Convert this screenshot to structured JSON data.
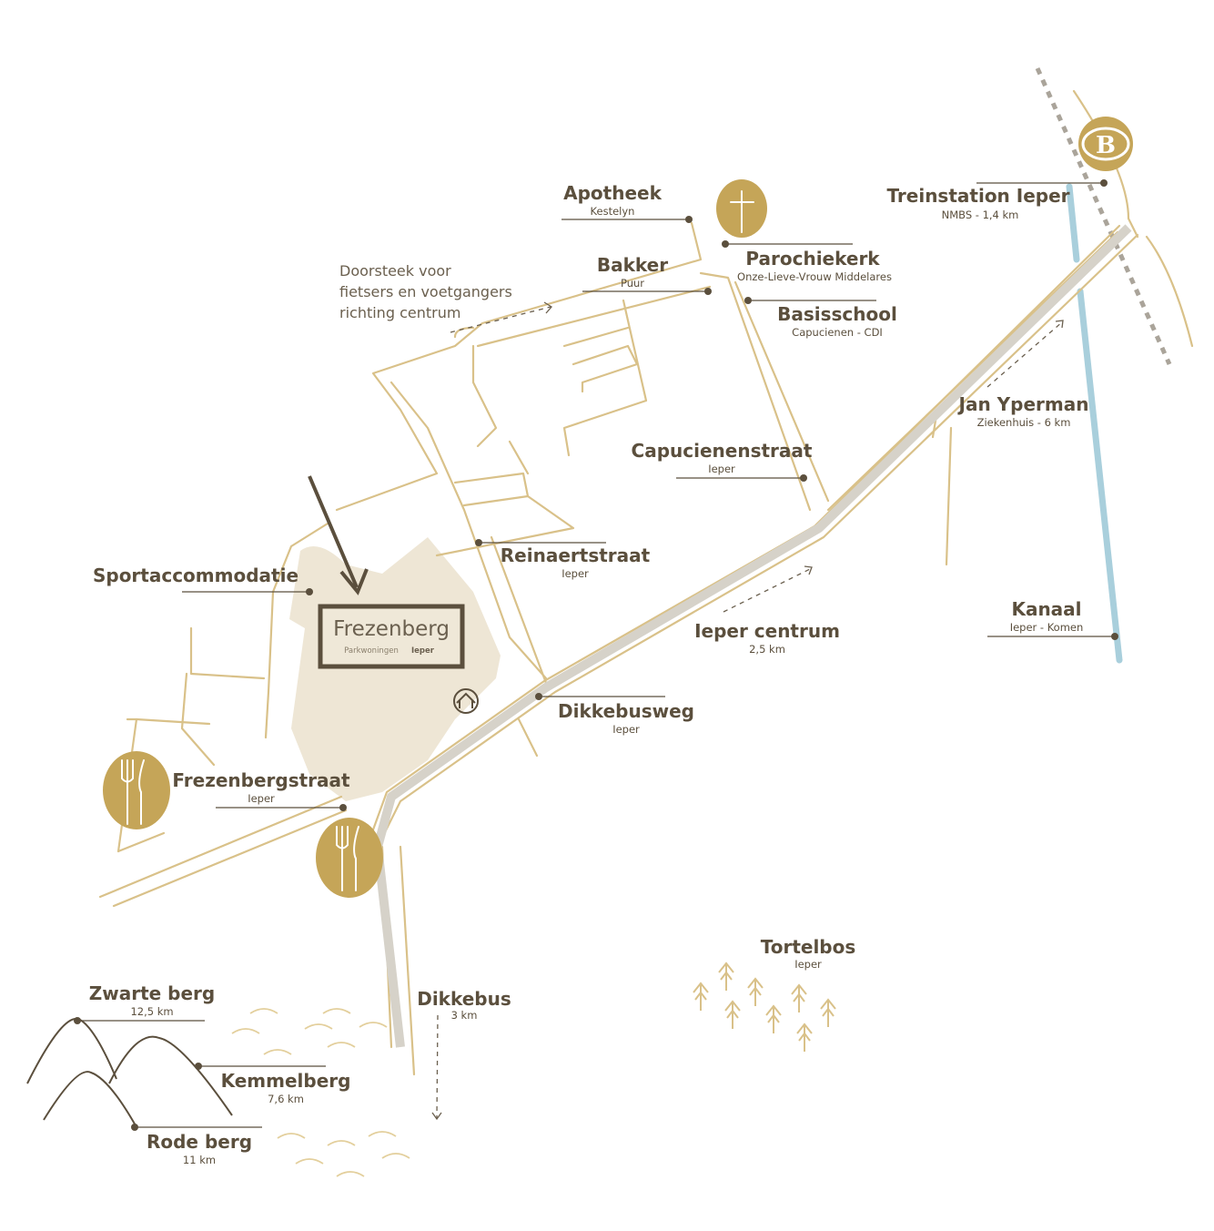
{
  "logo": {
    "title": "Frezenberg",
    "subtitle": "Parkwoningen",
    "subtitle_bold": "Ieper"
  },
  "note": {
    "lines": [
      "Doorsteek voor",
      "fietsers en voetgangers",
      "richting centrum"
    ]
  },
  "labels": {
    "apotheek": {
      "title": "Apotheek",
      "sub": "Kestelyn"
    },
    "bakker": {
      "title": "Bakker",
      "sub": "Puur"
    },
    "parochiekerk": {
      "title": "Parochiekerk",
      "sub": "Onze-Lieve-Vrouw Middelares"
    },
    "basisschool": {
      "title": "Basisschool",
      "sub": "Capucienen - CDI"
    },
    "treinstation": {
      "title": "Treinstation Ieper",
      "sub": "NMBS - 1,4 km"
    },
    "capucienenstraat": {
      "title": "Capucienenstraat",
      "sub": "Ieper"
    },
    "janyperman": {
      "title": "Jan Yperman",
      "sub": "Ziekenhuis - 6 km"
    },
    "reinaertstraat": {
      "title": "Reinaertstraat",
      "sub": "Ieper"
    },
    "sportaccommodatie": {
      "title": "Sportaccommodatie"
    },
    "iepercentrum": {
      "title": "Ieper centrum",
      "sub": "2,5 km"
    },
    "kanaal": {
      "title": "Kanaal",
      "sub": "Ieper - Komen"
    },
    "dikkebusweg": {
      "title": "Dikkebusweg",
      "sub": "Ieper"
    },
    "frezenbergstraat": {
      "title": "Frezenbergstraat",
      "sub": "Ieper"
    },
    "tortelbos": {
      "title": "Tortelbos",
      "sub": "Ieper"
    },
    "dikkebus": {
      "title": "Dikkebus",
      "sub": "3 km"
    },
    "zwarteberg": {
      "title": "Zwarte berg",
      "sub": "12,5 km"
    },
    "kemmelberg": {
      "title": "Kemmelberg",
      "sub": "7,6 km"
    },
    "rodeberg": {
      "title": "Rode berg",
      "sub": "11 km"
    }
  },
  "station_icon": {
    "letter": "B"
  },
  "colors": {
    "gold": "#c5a558",
    "text": "#5b4f3d",
    "road": "#d9c189",
    "main_road": "#d6d2c9",
    "canal": "#a9cfdc",
    "site": "#eee6d5"
  }
}
